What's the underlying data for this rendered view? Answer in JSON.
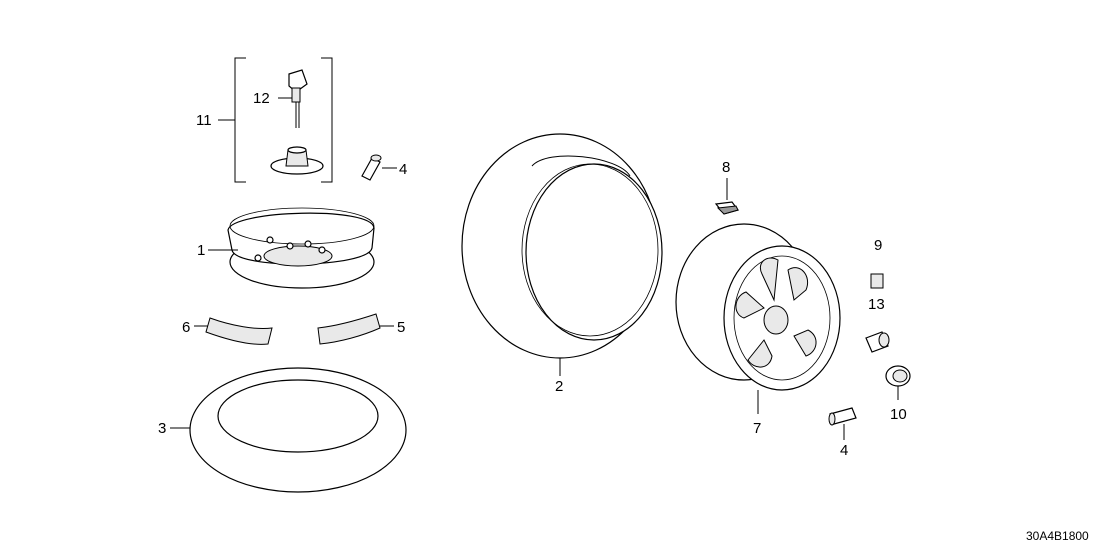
{
  "callouts": {
    "c1": "1",
    "c2": "2",
    "c3": "3",
    "c4a": "4",
    "c4b": "4",
    "c5": "5",
    "c6": "6",
    "c7": "7",
    "c8": "8",
    "c9": "9",
    "c10": "10",
    "c11": "11",
    "c12": "12",
    "c13": "13"
  },
  "diagram_code": "30A4B1800",
  "colors": {
    "line": "#000000",
    "background": "#ffffff",
    "fill_light": "#e9e9e9",
    "fill_dark": "#9a9a9a"
  }
}
